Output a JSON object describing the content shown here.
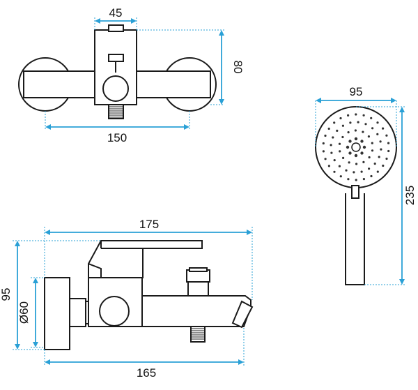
{
  "dimensions": {
    "top_width_45": "45",
    "top_height_80": "80",
    "top_width_150": "150",
    "shower_width_95": "95",
    "shower_height_235": "235",
    "side_width_175": "175",
    "side_height_95": "95",
    "side_diameter_60": "Ø60",
    "side_width_165": "165"
  },
  "colors": {
    "dimension_lines": "#2aa0d6",
    "outline": "#1a1a1a"
  }
}
